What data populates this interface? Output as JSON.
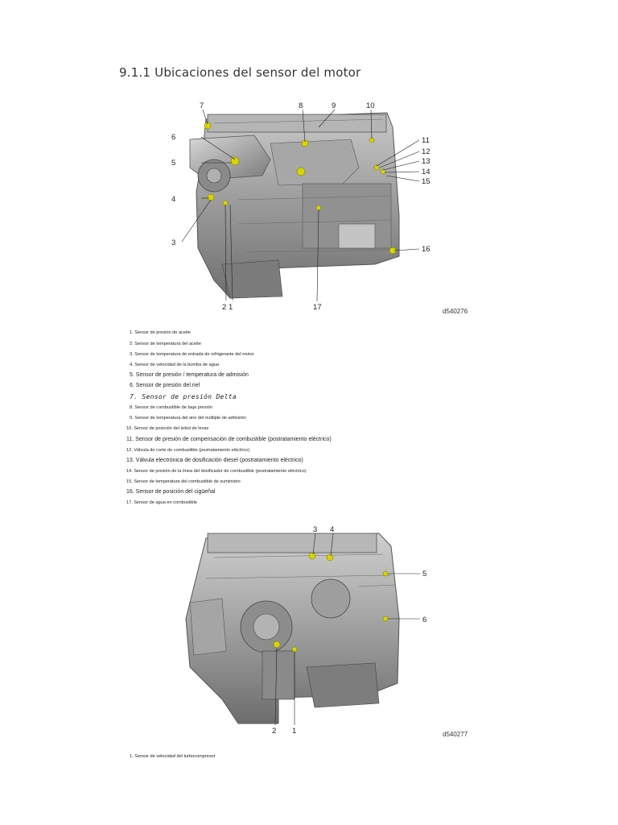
{
  "section": {
    "title": "9.1.1 Ubicaciones del sensor del motor"
  },
  "figure1": {
    "id": "d540276",
    "callouts": [
      "1",
      "2",
      "3",
      "4",
      "5",
      "6",
      "7",
      "8",
      "9",
      "10",
      "11",
      "12",
      "13",
      "14",
      "15",
      "16",
      "17"
    ]
  },
  "legend1": [
    {
      "text": "1. Sensor de presión de aceite"
    },
    {
      "text": "2. Sensor de temperatura del aceite"
    },
    {
      "text": "3. Sensor de temperatura de entrada de refrigerante del motor"
    },
    {
      "text": "4. Sensor de velocidad de la bomba de agua"
    },
    {
      "text": "5. Sensor de presión / temperatura de admisión"
    },
    {
      "text": "6. Sensor de presión del riel"
    },
    {
      "text": "7. Sensor de presión Delta"
    },
    {
      "text": "8. Sensor de combustible de baja presión"
    },
    {
      "text": "9. Sensor de temperatura del aire del múltiple de admisión"
    },
    {
      "text": "10. Sensor de posición del árbol de levas"
    },
    {
      "text": "11. Sensor de presión de compensación de combustible (postratamiento eléctrico)"
    },
    {
      "text": "12. Válvula de corte de combustible (postratamiento eléctrico)"
    },
    {
      "text": "13. Válvula electrónica de dosificación diesel (postratamiento eléctrico)"
    },
    {
      "text": "14. Sensor de presión de la línea del dosificador de combustible (postratamiento eléctrico)"
    },
    {
      "text": "15. Sensor de temperatura del combustible de suministro"
    },
    {
      "text": "16. Sensor de posición del cigüeñal"
    },
    {
      "text": "17. Sensor de agua en combustible"
    }
  ],
  "figure2": {
    "id": "d540277",
    "callouts": [
      "1",
      "2",
      "3",
      "4",
      "5",
      "6"
    ]
  },
  "legend2": [
    {
      "text": "1. Sensor de velocidad del turbocompresor"
    }
  ]
}
